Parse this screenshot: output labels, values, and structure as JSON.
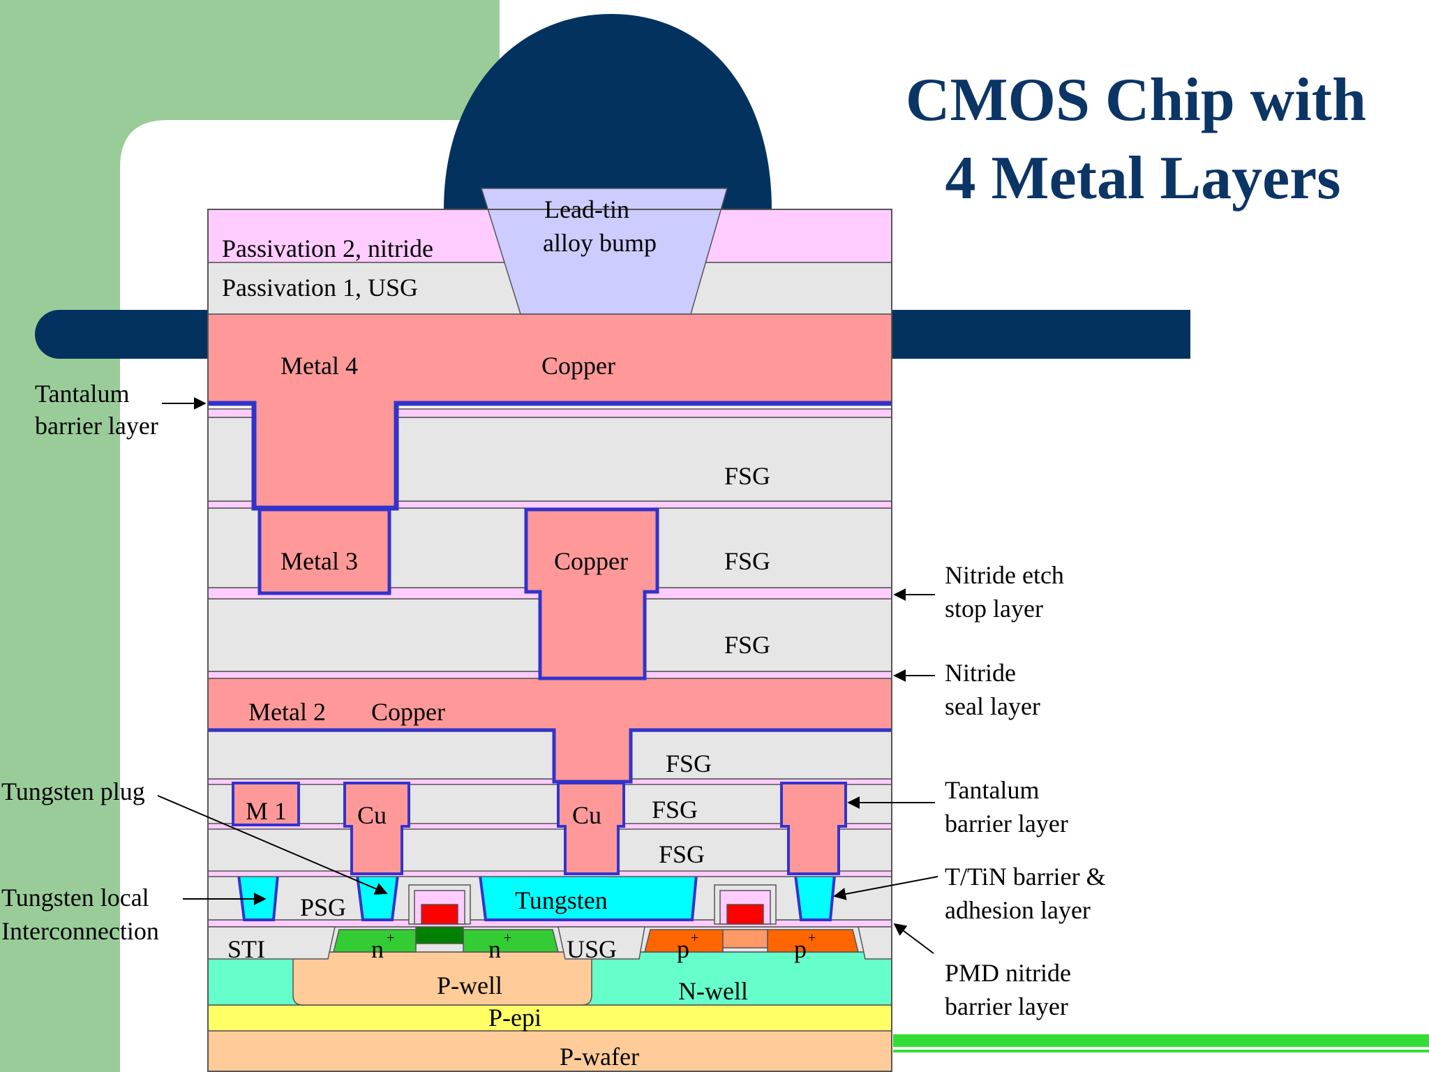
{
  "title": {
    "line1": "CMOS Chip with",
    "line2": "4 Metal Layers"
  },
  "layers": {
    "bump": "Lead-tin alloy bump",
    "bump_line1": "Lead-tin",
    "bump_line2": "alloy bump",
    "passivation2": "Passivation 2, nitride",
    "passivation1": "Passivation 1, USG",
    "metal4": "Metal 4",
    "metal4_material": "Copper",
    "fsg": "FSG",
    "metal3": "Metal 3",
    "via3_material": "Copper",
    "metal2": "Metal 2",
    "metal2_material": "Copper",
    "m1": "M 1",
    "cu": "Cu",
    "tungsten": "Tungsten",
    "psg": "PSG",
    "sti": "STI",
    "usg": "USG",
    "n": "n",
    "p": "p",
    "plus": "+",
    "p_well": "P-well",
    "n_well": "N-well",
    "p_epi": "P-epi",
    "p_wafer": "P-wafer"
  },
  "callouts": {
    "tantalum_top_1": "Tantalum",
    "tantalum_top_2": "barrier layer",
    "nitride_etch_1": "Nitride etch",
    "nitride_etch_2": "stop layer",
    "nitride_seal_1": "Nitride",
    "nitride_seal_2": "seal layer",
    "tantalum_right_1": "Tantalum",
    "tantalum_right_2": "barrier layer",
    "ttin_1": "T/TiN barrier &",
    "ttin_2": "adhesion layer",
    "pmd_1": "PMD nitride",
    "pmd_2": "barrier layer",
    "tungsten_plug": "Tungsten plug",
    "tungsten_local_1": "Tungsten local",
    "tungsten_local_2": "Interconnection"
  },
  "colors": {
    "title": "#0b3565",
    "navy": "#03325f",
    "green_band": "#99cc99",
    "copper": "#ff9999",
    "fsg": "#e6e6e6",
    "nitride": "#ffccff",
    "bump": "#ccccff",
    "tungsten": "#00ffff",
    "barrier": "#3333cc",
    "n_plus": "#33cc33",
    "p_plus": "#ff6600",
    "well_p": "#ffcc99",
    "well_n": "#66ffcc",
    "epi": "#ffff66",
    "gate": "#ff0000",
    "gate_oxide": "#008000",
    "accent_line": "#33dd33"
  }
}
